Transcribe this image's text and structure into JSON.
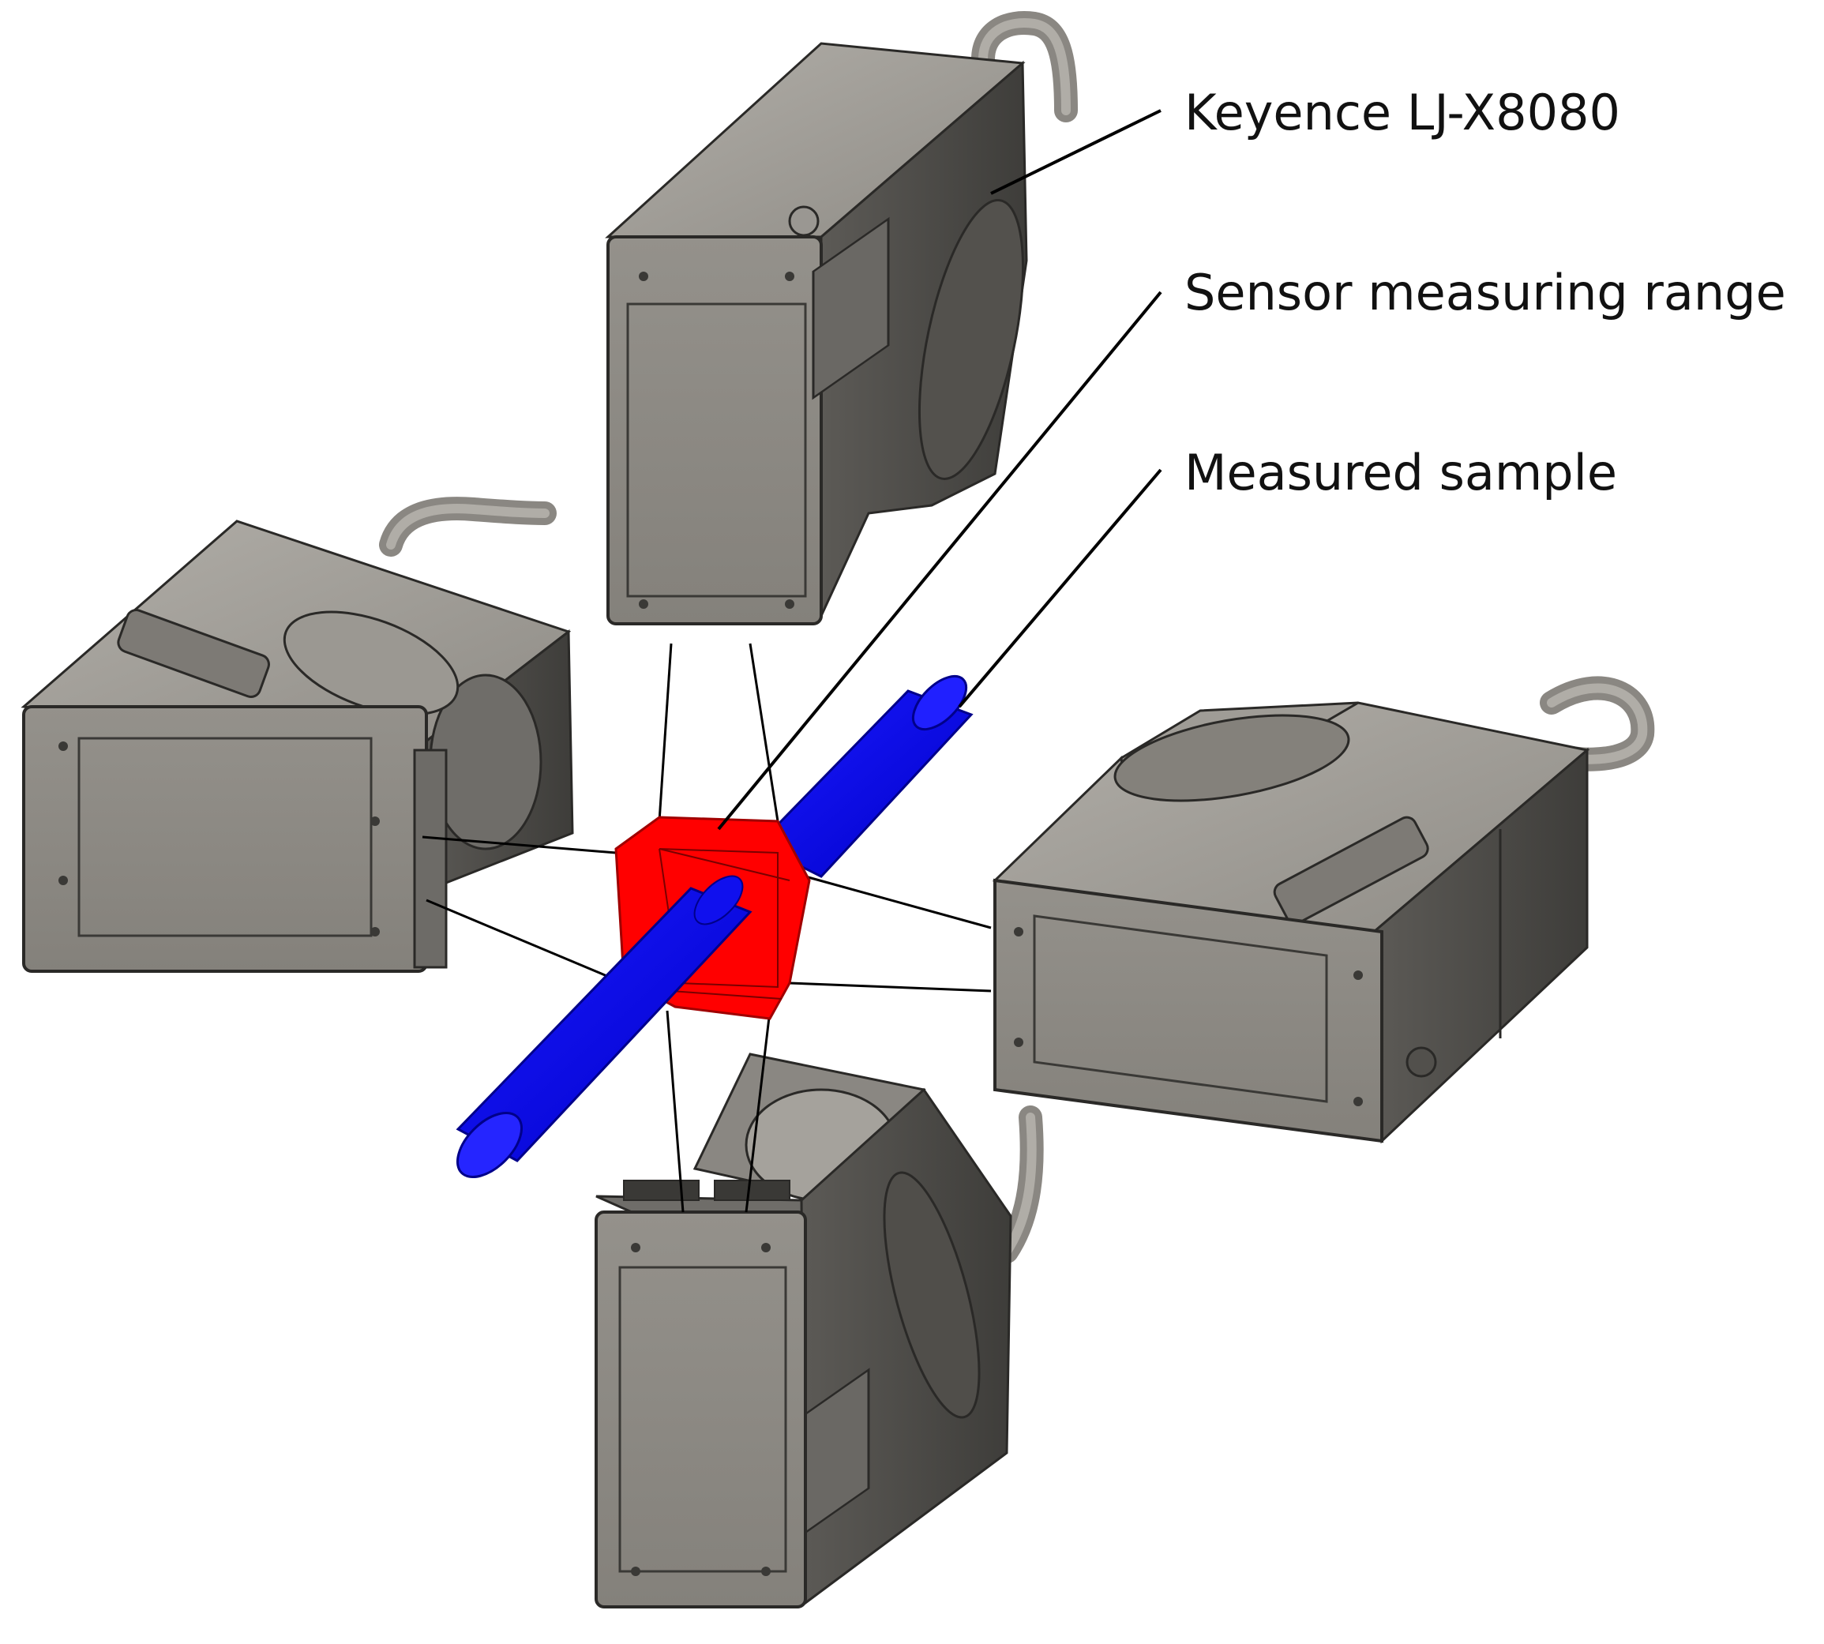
{
  "figure": {
    "labels": {
      "sensor_model": "Keyence LJ-X8080",
      "measuring_range": "Sensor measuring range",
      "sample": "Measured sample"
    },
    "colors": {
      "sensor_body": "#8f8c86",
      "sensor_side": "#4d4b48",
      "sensor_top": "#a29f99",
      "measuring_range": "#ff0000",
      "sample": "#0000ff",
      "leader_line": "#000000",
      "beam_line": "#000000"
    },
    "components": {
      "sensor_count": 4,
      "sensor_positions": [
        "top",
        "left",
        "right",
        "bottom"
      ]
    }
  }
}
